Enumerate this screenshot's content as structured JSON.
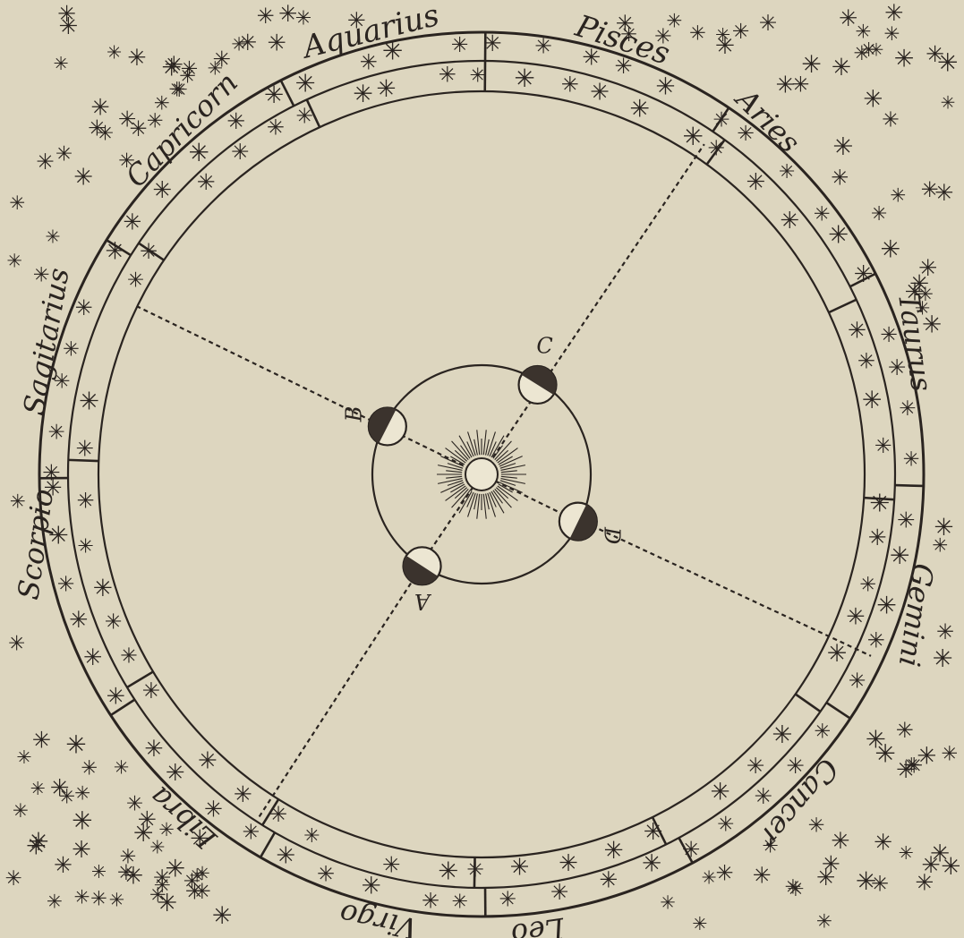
{
  "figure": {
    "constellations": [
      {
        "id": "aquarius",
        "label": "Aquarius"
      },
      {
        "id": "pisces",
        "label": "Pisces"
      },
      {
        "id": "aries",
        "label": "Aries"
      },
      {
        "id": "taurus",
        "label": "Taurus"
      },
      {
        "id": "gemini",
        "label": "Gemini"
      },
      {
        "id": "cancer",
        "label": "Cancer"
      },
      {
        "id": "leo",
        "label": "Leo"
      },
      {
        "id": "virgo",
        "label": "Virgo"
      },
      {
        "id": "libra",
        "label": "Libra"
      },
      {
        "id": "scorpio",
        "label": "Scorpio"
      },
      {
        "id": "sagitarius",
        "label": "Sagitarius"
      },
      {
        "id": "capricorn",
        "label": "Capricorn"
      }
    ],
    "earth_positions": [
      {
        "id": "a",
        "label": "A"
      },
      {
        "id": "b",
        "label": "B"
      },
      {
        "id": "c",
        "label": "C"
      },
      {
        "id": "d",
        "label": "D"
      }
    ],
    "colors": {
      "paper": "#ddd6bf",
      "ink": "#2a2420"
    }
  }
}
